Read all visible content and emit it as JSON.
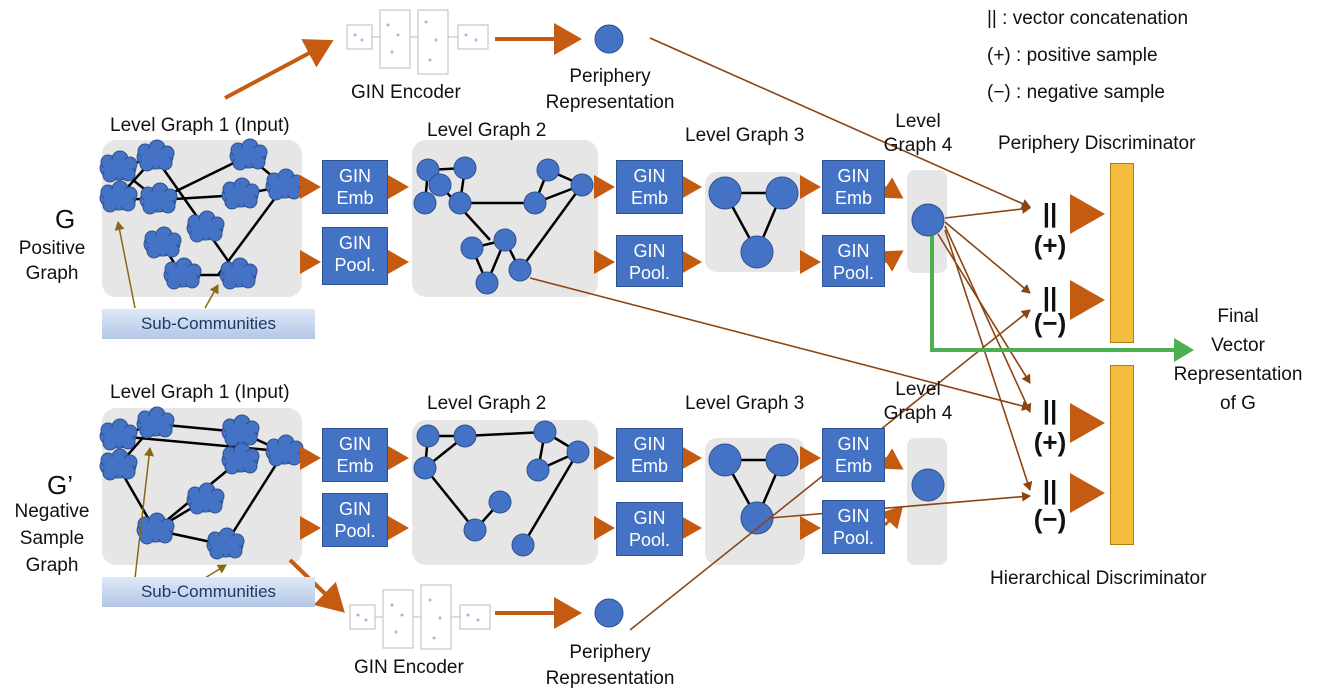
{
  "legend": {
    "concat": "|| : vector concatenation",
    "positive": "(+) : positive sample",
    "negative": "(−) : negative sample"
  },
  "graphs": {
    "positive": {
      "symbol": "G",
      "caption_l1": "Positive",
      "caption_l2": "Graph"
    },
    "negative": {
      "symbol": "G’",
      "caption_l1": "Negative",
      "caption_l2": "Sample",
      "caption_l3": "Graph"
    }
  },
  "levels": {
    "level1": "Level Graph 1 (Input)",
    "level2": "Level Graph 2",
    "level3": "Level Graph 3",
    "level4_l1": "Level",
    "level4_l2": "Graph 4"
  },
  "blocks": {
    "gin": "GIN",
    "emb": "Emb",
    "pool": "Pool.",
    "sub_communities": "Sub-Communities",
    "gin_encoder": "GIN Encoder",
    "periphery_l1": "Periphery",
    "periphery_l2": "Representation"
  },
  "discriminators": {
    "periphery": "Periphery Discriminator",
    "hierarchical": "Hierarchical Discriminator",
    "concat_symbol": "||",
    "pos_symbol": "(+)",
    "neg_symbol": "(−)"
  },
  "final": {
    "l1": "Final",
    "l2": "Vector",
    "l3": "Representation",
    "l4": "of G"
  },
  "colors": {
    "node": "#4472c4",
    "node_stroke": "#2f528f",
    "panel": "#e6e6e6",
    "arrow": "#c55a11",
    "connector": "#8b4513",
    "final_arrow": "#4caf50",
    "discriminator": "#f5bd3d",
    "subcommunity_arrow": "#8b6914"
  }
}
